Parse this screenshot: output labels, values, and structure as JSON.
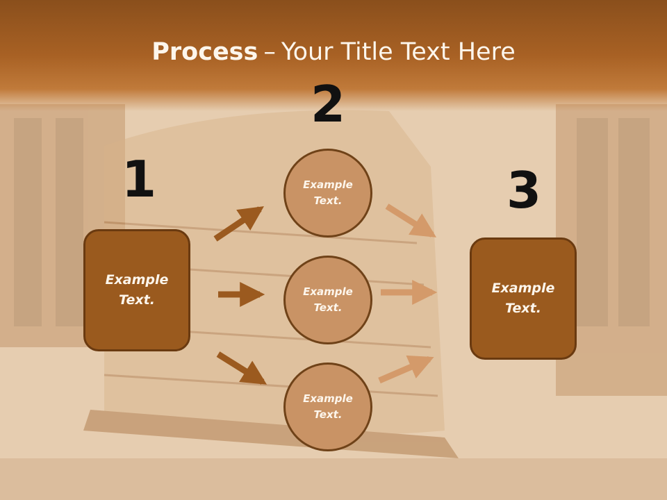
{
  "title": {
    "bold": "Process",
    "separator": "–",
    "rest": "Your Title Text Here"
  },
  "steps": [
    {
      "number": "1",
      "label": "Example Text."
    },
    {
      "number": "2",
      "items": [
        "Example Text.",
        "Example Text.",
        "Example Text."
      ]
    },
    {
      "number": "3",
      "label": "Example Text."
    }
  ],
  "colors": {
    "header": "#a86124",
    "box_fill": "#9a5a1e",
    "circle_fill": "#c99365",
    "arrow_in": "#9b5a1f",
    "arrow_out": "#d49a6a"
  }
}
